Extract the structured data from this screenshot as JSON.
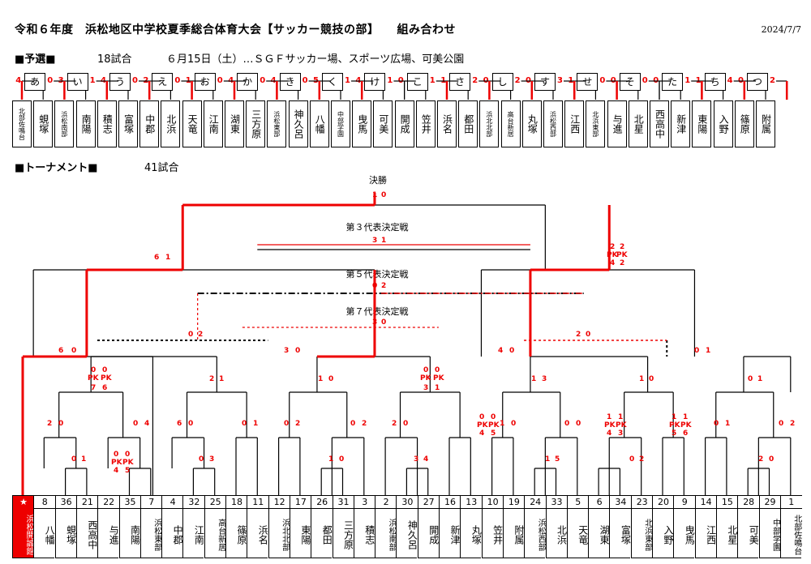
{
  "header": {
    "title": "令和６年度　浜松地区中学校夏季総合体育大会【サッカー競技の部】　　組み合わせ",
    "date": "2024/7/7"
  },
  "prelim": {
    "heading": "■予選■",
    "count": "18試合",
    "info": "６月15日（土）…ＳＧＦサッカー場、スポーツ広場、可美公園",
    "pools": [
      {
        "label": "あ",
        "l": "4",
        "r": "0"
      },
      {
        "label": "い",
        "l": "3",
        "r": "1"
      },
      {
        "label": "う",
        "l": "4",
        "r": "0"
      },
      {
        "label": "え",
        "l": "2",
        "r": "0"
      },
      {
        "label": "お",
        "l": "1",
        "r": "0"
      },
      {
        "label": "か",
        "l": "4",
        "r": "0"
      },
      {
        "label": "き",
        "l": "4",
        "r": "0"
      },
      {
        "label": "く",
        "l": "5",
        "r": "1"
      },
      {
        "label": "け",
        "l": "4",
        "r": "1"
      },
      {
        "label": "こ",
        "l": "0",
        "r": "1"
      },
      {
        "label": "さ",
        "l": "1",
        "r": "2"
      },
      {
        "label": "し",
        "l": "0",
        "r": "2"
      },
      {
        "label": "す",
        "l": "0",
        "r": "3"
      },
      {
        "label": "せ",
        "l": "1",
        "r": "0"
      },
      {
        "label": "そ",
        "l": "0",
        "r": "0"
      },
      {
        "label": "た",
        "l": "0",
        "r": "1"
      },
      {
        "label": "ち",
        "l": "1",
        "r": "4"
      },
      {
        "label": "つ",
        "l": "0",
        "r": "2"
      }
    ],
    "teams": [
      "北部佐鳴台",
      "蜆塚",
      "浜松南部",
      "南陽",
      "積志",
      "富塚",
      "中郡",
      "北浜",
      "天竜",
      "江南",
      "湖東",
      "三方原",
      "浜松東部",
      "神久呂",
      "八幡",
      "中部学園",
      "曳馬",
      "可美",
      "開成",
      "笠井",
      "浜名",
      "都田",
      "浜北北部",
      "高台新居",
      "丸塚",
      "浜松西部",
      "江西",
      "北浜東部",
      "与進",
      "北星",
      "西高中",
      "新津",
      "東陽",
      "入野",
      "篠原",
      "附属"
    ]
  },
  "tournament": {
    "heading": "■トーナメント■",
    "count": "41試合",
    "labels": {
      "final": "決勝",
      "third": "第３代表決定戦",
      "fifth": "第５代表決定戦",
      "seventh": "第７代表決定戦"
    },
    "final_score": [
      "1",
      "0"
    ],
    "third_score": [
      "3",
      "1"
    ],
    "fifth_score": [
      "0",
      "2"
    ],
    "seventh_score": [
      "3",
      "0"
    ],
    "star": "★",
    "seeds": [
      "",
      "8",
      "36",
      "21",
      "22",
      "35",
      "7",
      "4",
      "32",
      "25",
      "18",
      "11",
      "12",
      "17",
      "26",
      "31",
      "3",
      "2",
      "30",
      "27",
      "16",
      "13",
      "10",
      "19",
      "24",
      "33",
      "5",
      "6",
      "34",
      "23",
      "20",
      "9",
      "14",
      "15",
      "28",
      "29",
      "1"
    ],
    "names": [
      "浜松開誠館",
      "八幡",
      "蜆塚",
      "西高中",
      "与進",
      "南陽",
      "浜松東部",
      "中郡",
      "江南",
      "高台新居",
      "篠原",
      "浜名",
      "浜北北部",
      "東陽",
      "都田",
      "三方原",
      "積志",
      "浜松南部",
      "神久呂",
      "開成",
      "新津",
      "丸塚",
      "笠井",
      "附属",
      "浜松西部",
      "北浜",
      "天竜",
      "湖東",
      "富塚",
      "北浜東部",
      "入野",
      "曳馬",
      "江西",
      "北星",
      "可美",
      "中部学園",
      "北部佐鳴台"
    ],
    "scores": {
      "semi_left": [
        "6",
        "1"
      ],
      "semi_right": [
        "2",
        "2"
      ],
      "semi_right2": [
        "PK",
        "PK"
      ],
      "semi_right3": [
        "4",
        "2"
      ],
      "q1": [
        "6",
        "0"
      ],
      "q2": [
        "3",
        "0"
      ],
      "q3": [
        "4",
        "0"
      ],
      "q4": [
        "0",
        "1"
      ],
      "r1": [
        "0",
        "0"
      ],
      "r1pk": [
        "PK",
        "PK"
      ],
      "r1pk2": [
        "7",
        "6"
      ],
      "r2": [
        "2",
        "1"
      ],
      "r3": [
        "1",
        "0"
      ],
      "r4": [
        "0",
        "0"
      ],
      "r4pk": [
        "PK",
        "PK"
      ],
      "r4pk2": [
        "3",
        "1"
      ],
      "r5": [
        "1",
        "3"
      ],
      "r6": [
        "1",
        "0"
      ],
      "r7": [
        "0",
        "1"
      ],
      "s1": [
        "2",
        "0"
      ],
      "s2": [
        "0",
        "4"
      ],
      "s3": [
        "6",
        "0"
      ],
      "s4": [
        "0",
        "1"
      ],
      "s5": [
        "0",
        "2"
      ],
      "s6": [
        "0",
        "2"
      ],
      "s7": [
        "2",
        "0"
      ],
      "s8": [
        "0",
        "0"
      ],
      "s8pk": [
        "PK",
        "PK"
      ],
      "s8pk2": [
        "4",
        "5"
      ],
      "s9": [
        "1",
        "0"
      ],
      "s10": [
        "0",
        "0"
      ],
      "s11": [
        "1",
        "1"
      ],
      "s11pk": [
        "PK",
        "PK"
      ],
      "s11pk2": [
        "4",
        "3"
      ],
      "s12": [
        "1",
        "1"
      ],
      "s12pk": [
        "PK",
        "PK"
      ],
      "s12pk2": [
        "5",
        "6"
      ],
      "s13": [
        "0",
        "1"
      ],
      "s14": [
        "0",
        "2"
      ],
      "t1": [
        "0",
        "1"
      ],
      "t2": [
        "0",
        "0"
      ],
      "t2pk": [
        "PK",
        "PK"
      ],
      "t2pk2": [
        "4",
        "5"
      ],
      "t3": [
        "0",
        "3"
      ],
      "t4": [
        "1",
        "0"
      ],
      "t5": [
        "3",
        "4"
      ],
      "t6": [
        "1",
        "5"
      ],
      "t7": [
        "0",
        "2"
      ],
      "t8": [
        "2",
        "0"
      ],
      "semi5": [
        "0",
        "2"
      ],
      "semi5b": [
        "2",
        "0"
      ]
    }
  }
}
